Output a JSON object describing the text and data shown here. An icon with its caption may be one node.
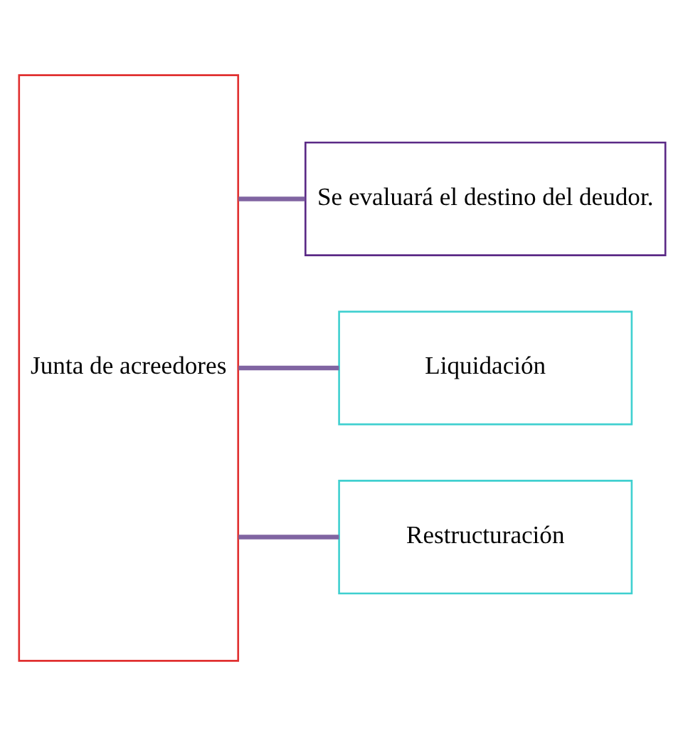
{
  "diagram": {
    "nodes": [
      {
        "text": [
          "Junta de acreedores"
        ]
      },
      {
        "text": [
          "Se evaluará el destino del deudor."
        ]
      },
      {
        "text": [
          "Liquidación"
        ]
      },
      {
        "text": [
          "Restructuración"
        ]
      }
    ],
    "edges": [
      {
        "from": 0,
        "to": 1,
        "arrow": "none"
      },
      {
        "from": 0,
        "to": 2,
        "arrow": "none"
      },
      {
        "from": 0,
        "to": 3,
        "arrow": "none"
      }
    ]
  }
}
